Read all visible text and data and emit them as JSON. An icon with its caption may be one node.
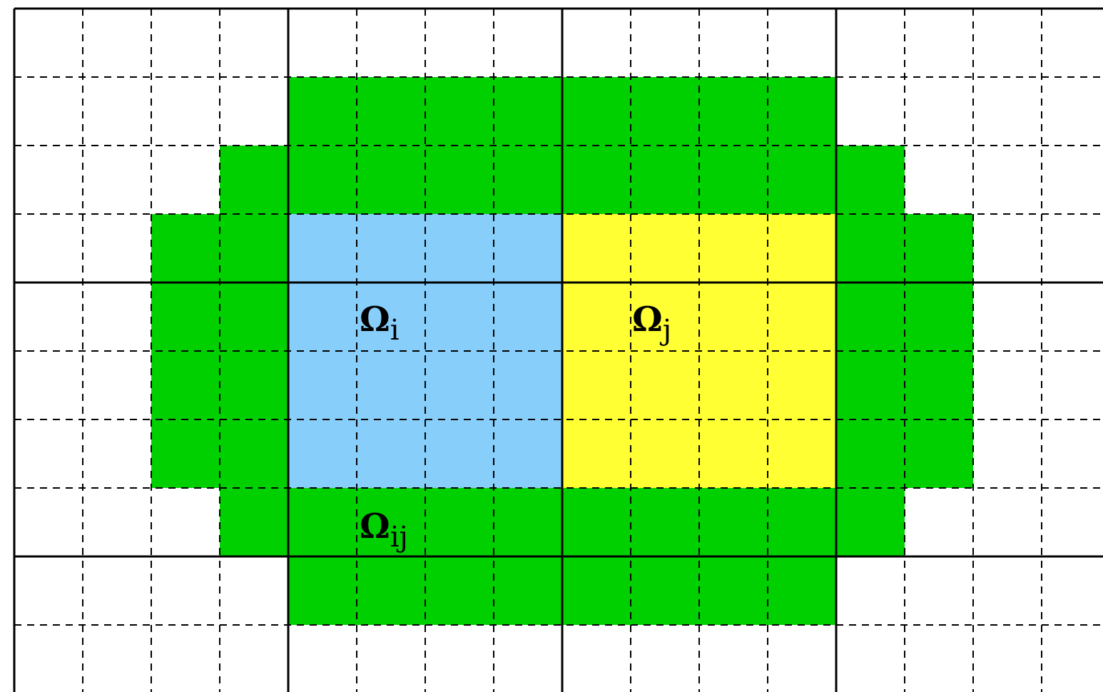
{
  "diagram": {
    "labels": [
      "**Ω**$_{i}$",
      "**Ω**$_{j}$",
      "**Ω**$_{ij}$"
    ]
  }
}
